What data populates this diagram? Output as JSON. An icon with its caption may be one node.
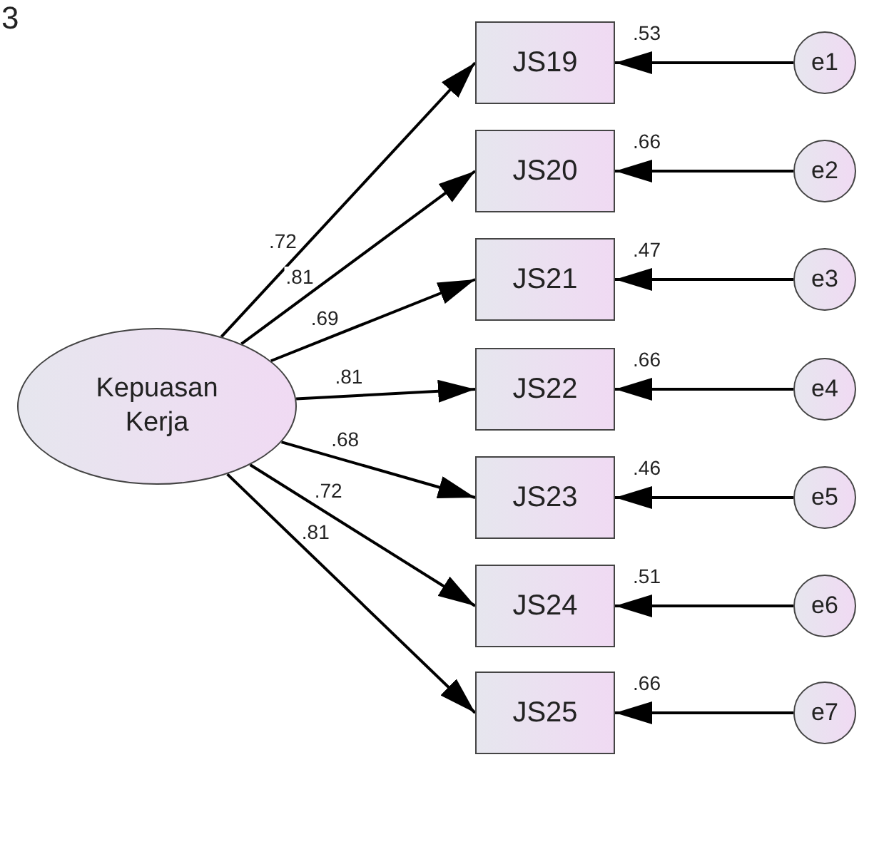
{
  "diagram": {
    "nodes": [
      {
        "text": [
          "Kepuasan Kerja"
        ]
      },
      {
        "text": [
          "JS19"
        ],
        "beside": [
          ".53"
        ]
      },
      {
        "text": [
          "JS20"
        ],
        "beside": [
          ".66"
        ]
      },
      {
        "text": [
          "JS21"
        ],
        "beside": [
          ".47"
        ]
      },
      {
        "text": [
          "JS22"
        ],
        "beside": [
          ".66"
        ]
      },
      {
        "text": [
          "JS23"
        ],
        "beside": [
          ".46"
        ]
      },
      {
        "text": [
          "JS24"
        ],
        "beside": [
          ".51"
        ]
      },
      {
        "text": [
          "JS25"
        ],
        "beside": [
          ".66"
        ]
      },
      {
        "text": [
          "e1"
        ]
      },
      {
        "text": [
          "e2"
        ]
      },
      {
        "text": [
          "e3"
        ]
      },
      {
        "text": [
          "e4"
        ]
      },
      {
        "text": [
          "e5"
        ]
      },
      {
        "text": [
          "e6"
        ]
      },
      {
        "text": [
          "e7"
        ]
      }
    ],
    "edges": [
      {
        "from": 0,
        "to": 1,
        "arrow": "to",
        "label": ".72"
      },
      {
        "from": 0,
        "to": 2,
        "arrow": "to",
        "label": ".81"
      },
      {
        "from": 0,
        "to": 3,
        "arrow": "to",
        "label": ".69"
      },
      {
        "from": 0,
        "to": 4,
        "arrow": "to",
        "label": ".81"
      },
      {
        "from": 0,
        "to": 5,
        "arrow": "to",
        "label": ".68"
      },
      {
        "from": 0,
        "to": 6,
        "arrow": "to",
        "label": ".72"
      },
      {
        "from": 0,
        "to": 7,
        "arrow": "to",
        "label": ".81"
      },
      {
        "from": 8,
        "to": 1,
        "arrow": "to"
      },
      {
        "from": 9,
        "to": 2,
        "arrow": "to"
      },
      {
        "from": 10,
        "to": 3,
        "arrow": "to"
      },
      {
        "from": 11,
        "to": 4,
        "arrow": "to"
      },
      {
        "from": 12,
        "to": 5,
        "arrow": "to"
      },
      {
        "from": 13,
        "to": 6,
        "arrow": "to"
      },
      {
        "from": 14,
        "to": 7,
        "arrow": "to"
      }
    ],
    "labels": [
      "3"
    ]
  }
}
